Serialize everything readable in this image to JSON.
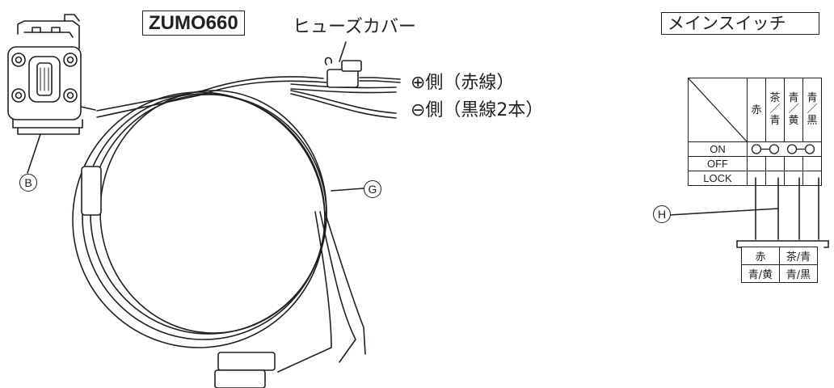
{
  "title": "ZUMO660",
  "fuse_cover_label": "ヒューズカバー",
  "positive_wire_label": "⊕側（赤線）",
  "negative_wire_label": "⊖側（黒線2本）",
  "marks": {
    "b": "B",
    "g": "G",
    "h": "H"
  },
  "main_switch": {
    "title": "メインスイッチ",
    "columns": [
      "赤",
      "茶/青",
      "青/黄",
      "青/黒"
    ],
    "rows": [
      {
        "label": "ON",
        "connected_pairs": [
          [
            0,
            1
          ],
          [
            2,
            3
          ]
        ]
      },
      {
        "label": "OFF",
        "connected_pairs": []
      },
      {
        "label": "LOCK",
        "connected_pairs": []
      }
    ],
    "connector": [
      [
        "赤",
        "茶/青"
      ],
      [
        "青/黄",
        "青/黒"
      ]
    ]
  }
}
